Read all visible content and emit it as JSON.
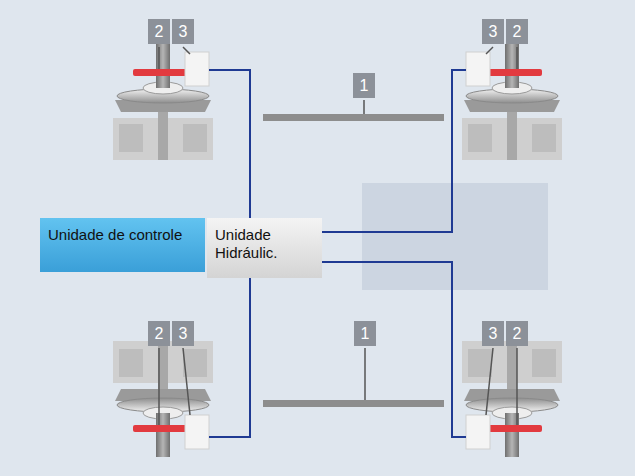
{
  "diagram": {
    "nodes": [
      {
        "text": [
          "Unidade de controle"
        ]
      },
      {
        "text": [
          "Unidade Hidráulic."
        ]
      }
    ],
    "labels": [
      "2",
      "3",
      "1",
      "3",
      "2",
      "2",
      "3",
      "1",
      "3",
      "2"
    ]
  }
}
